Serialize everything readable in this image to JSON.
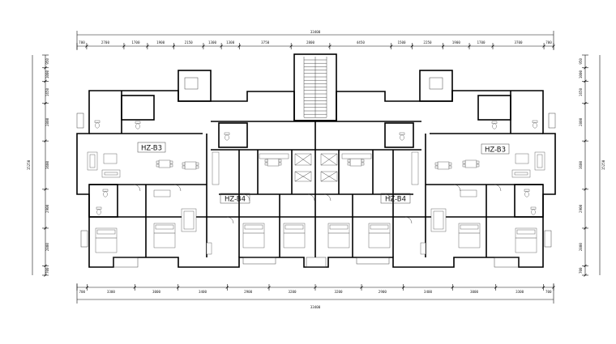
{
  "dimensions": {
    "overall_top": "33400",
    "overall_bottom": "33400",
    "overall_left": "15250",
    "overall_right": "15250",
    "top": [
      "700",
      "2700",
      "1700",
      "1900",
      "2150",
      "1300",
      "1300",
      "3750",
      "2800",
      "4450",
      "1500",
      "2250",
      "1900",
      "1700",
      "3700",
      "700"
    ],
    "bottom": [
      "700",
      "3300",
      "3000",
      "3400",
      "2900",
      "3200",
      "3200",
      "2900",
      "3400",
      "3000",
      "3300",
      "700"
    ],
    "left": [
      "950",
      "1000",
      "1650",
      "2800",
      "3600",
      "2900",
      "2800",
      "700"
    ],
    "right": [
      "950",
      "1000",
      "1650",
      "2800",
      "3600",
      "2900",
      "2800",
      "700"
    ]
  },
  "unit_labels": [
    "HZ-B3",
    "HZ-B4",
    "HZ-B4",
    "HZ-B3"
  ],
  "colors": {
    "line": "#111111",
    "background": "#ffffff"
  }
}
